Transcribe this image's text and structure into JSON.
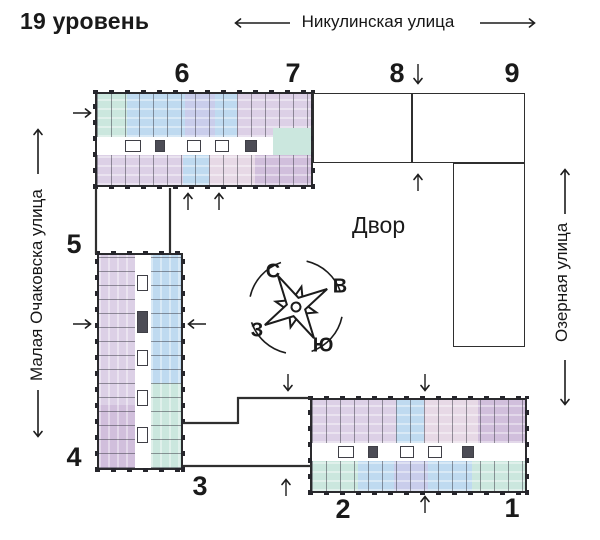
{
  "title": "19 уровень",
  "streets": {
    "top": "Никулинская улица",
    "left": "Малая Очаковска улица",
    "right": "Озерная улица"
  },
  "courtyard": {
    "label": "Двор"
  },
  "compass": {
    "north": "С",
    "east": "В",
    "south": "Ю",
    "west": "З"
  },
  "sections": {
    "s1": "1",
    "s2": "2",
    "s3": "3",
    "s4": "4",
    "s5": "5",
    "s6": "6",
    "s7": "7",
    "s8": "8",
    "s9": "9"
  },
  "colors": {
    "teal": "#cbe7de",
    "blue": "#bfdaf0",
    "periwinkle": "#c9cdeb",
    "lavender": "#dcd0e6",
    "pink": "#e7d9e6",
    "purple": "#d1bfdc",
    "outline": "#2f2f2f"
  }
}
